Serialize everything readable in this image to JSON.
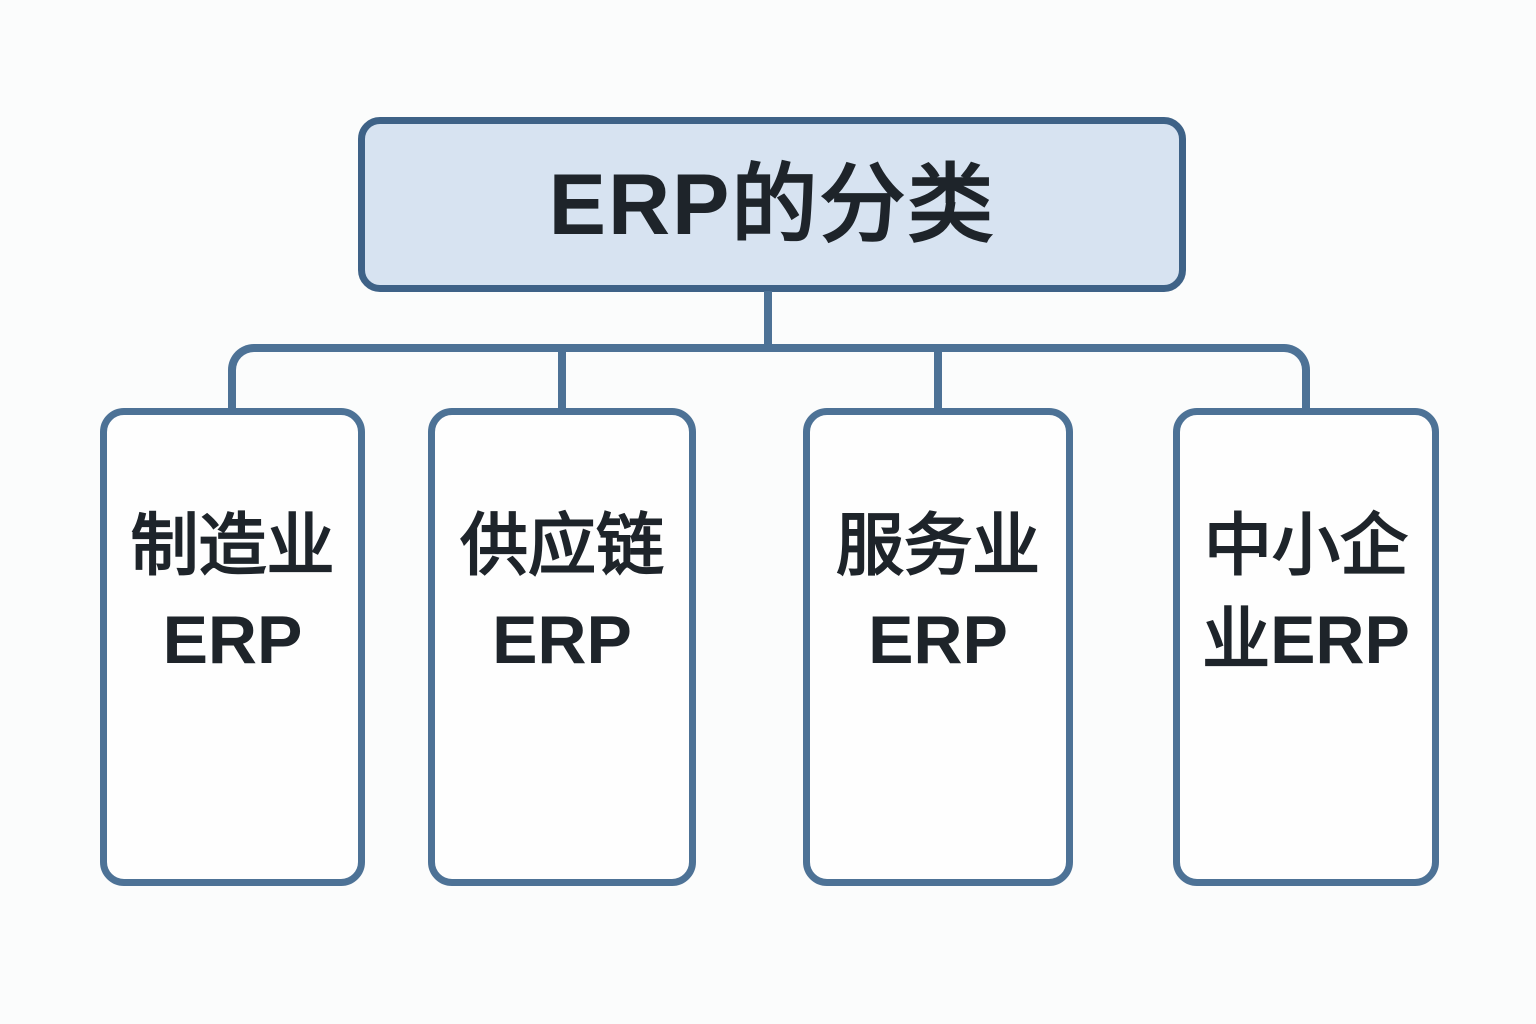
{
  "diagram": {
    "type": "tree",
    "title_node": {
      "label": "ERP的分类"
    },
    "children": [
      {
        "name": "manufacturing-erp",
        "lines": [
          "制造业",
          "ERP"
        ]
      },
      {
        "name": "supply-chain-erp",
        "lines": [
          "供应链",
          "ERP"
        ]
      },
      {
        "name": "service-erp",
        "lines": [
          "服务业",
          "ERP"
        ]
      },
      {
        "name": "sme-erp",
        "lines": [
          "中小企",
          "业ERP"
        ]
      }
    ],
    "colors": {
      "background": "#fbfcfc",
      "root_fill": "#d7e3f1",
      "root_border": "#3e6287",
      "child_fill": "#fefefe",
      "child_border": "#4d7296",
      "connector": "#4d7296",
      "text": "#1e242a"
    }
  }
}
